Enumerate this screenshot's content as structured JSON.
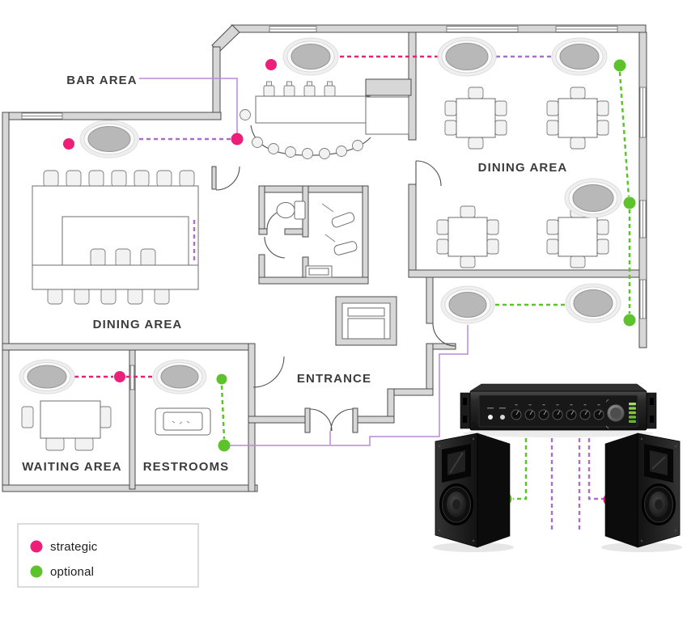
{
  "floorplan": {
    "rooms": {
      "bar_area": "BAR AREA",
      "dining_area_right": "DINING AREA",
      "dining_area_left": "DINING AREA",
      "entrance": "ENTRANCE",
      "waiting_area": "WAITING AREA",
      "restrooms": "RESTROOMS"
    },
    "ceiling_speakers": {
      "count": 9,
      "zones": [
        "bar-top",
        "dining-right-top-left",
        "dining-right-top-right",
        "dining-right-middle",
        "corridor-left",
        "corridor-right",
        "left-building",
        "waiting-area",
        "restrooms"
      ]
    },
    "markers": {
      "strategic_count": 5,
      "optional_count": 6
    }
  },
  "legend": {
    "items": [
      {
        "id": "strategic",
        "label": "strategic"
      },
      {
        "id": "optional",
        "label": "optional"
      }
    ]
  },
  "colors": {
    "strategic": "#EC2079",
    "optional": "#5EC22D",
    "wire_purple": "#B78BD8",
    "dash_purple": "#A96FC9",
    "wall_fill": "#D7D7D7",
    "wall_stroke": "#4B4B4B",
    "text": "#3C3C3C"
  },
  "equipment": {
    "amplifier": {
      "name": "mixer-amplifier",
      "knob_count": 7,
      "button_count": 2,
      "led_count": 5
    },
    "cabinet_speakers": [
      "left",
      "right"
    ]
  }
}
